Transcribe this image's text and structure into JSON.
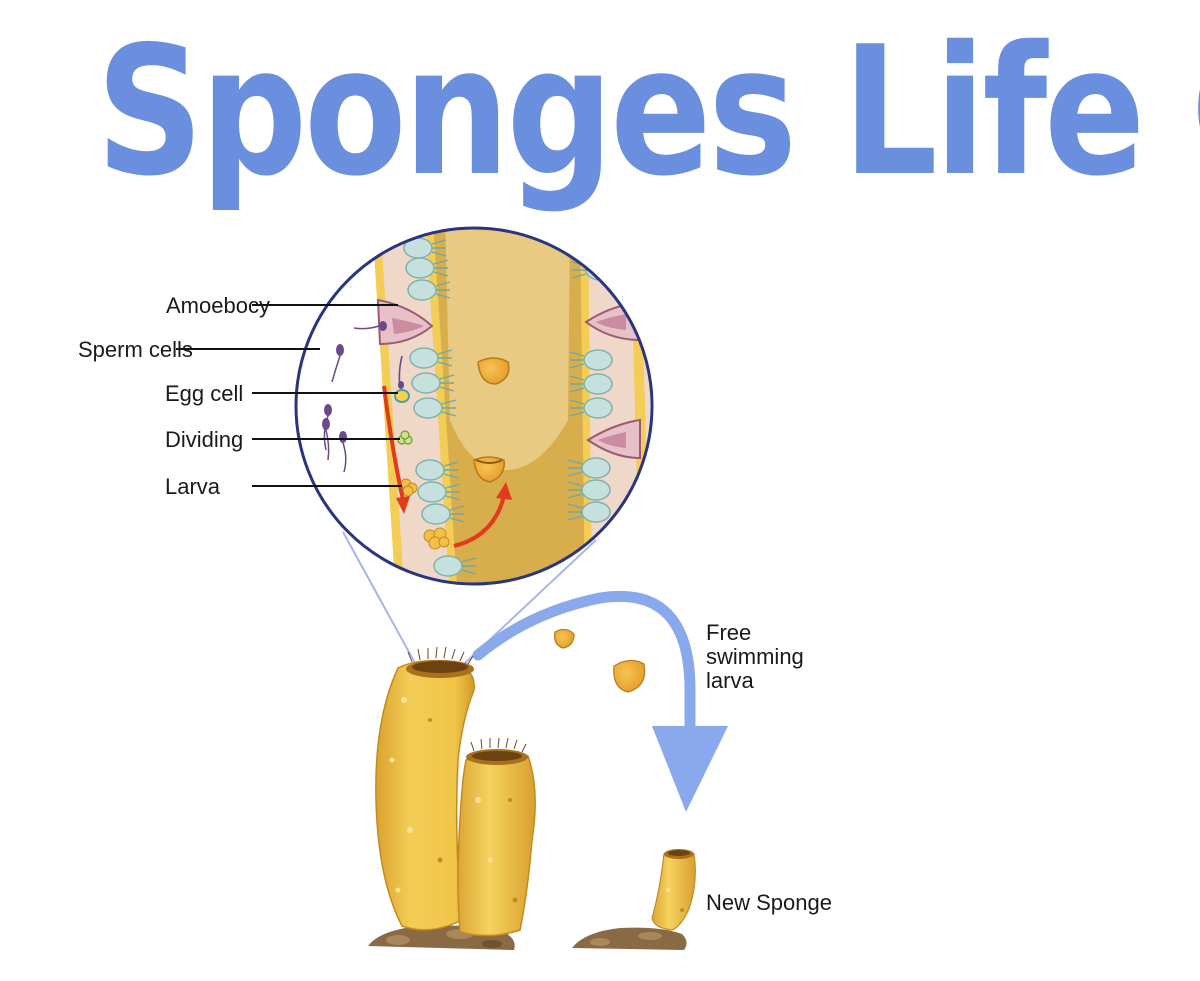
{
  "title": "Sponges Life Cycle",
  "labels": {
    "amoebocy": "Amoebocy",
    "sperm_cells": "Sperm cells",
    "egg_cell": "Egg cell",
    "dividing": "Dividing",
    "larva": "Larva",
    "free_swimming_1": "Free",
    "free_swimming_2": "swimming",
    "free_swimming_3": "larva",
    "new_sponge": "New Sponge"
  },
  "colors": {
    "title": "#6a8fdf",
    "sponge_body": "#f0c548",
    "sponge_shadow": "#d9a32e",
    "inner_cavity": "#e5c27a",
    "mesohyl": "#f0d8c8",
    "collar_cell": "#c6e0de",
    "porocyte": "#e7c0c8",
    "arrow_red": "#e23b1c",
    "arrow_blue": "#8aa8ec",
    "circle_border": "#2a3580",
    "rock": "#8a6a44",
    "sperm": "#6a4a8a"
  }
}
